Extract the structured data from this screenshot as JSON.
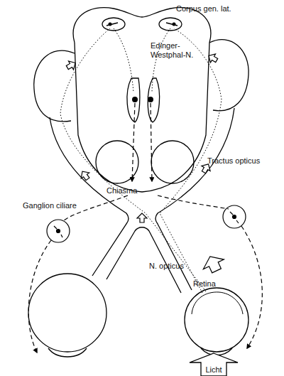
{
  "diagram": {
    "nodes": [
      {
        "text": [
          "Licht"
        ]
      }
    ],
    "labels": [
      "Corpus gen. lat.",
      "Edinger-Westphal-N.",
      "Tractus opticus",
      "Chiasma",
      "Ganglion ciliare",
      "N. opticus",
      "Retina"
    ]
  }
}
